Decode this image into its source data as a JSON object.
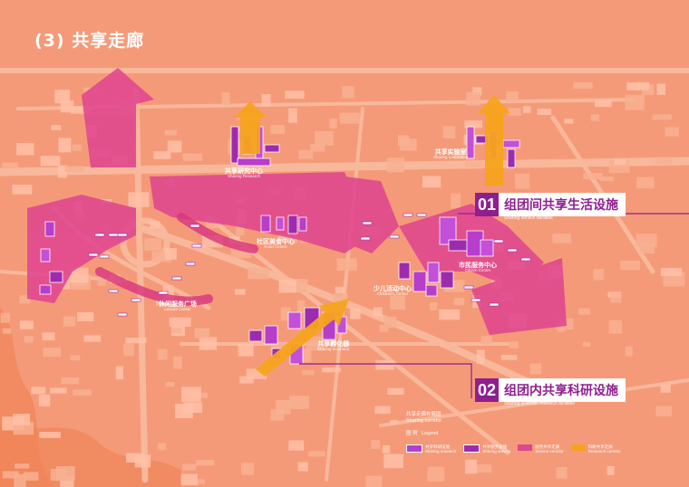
{
  "title": "(3) 共享走廊",
  "colors": {
    "background": "#f59a78",
    "road": "#f7b396",
    "block": "#f4a583",
    "building": "#ffc1a8",
    "magenta": "#e0468f",
    "purple": "#9d2bb0",
    "violet": "#b73dcb",
    "arrow_orange": "#f5a31e",
    "accent_dark": "#8e1f8f"
  },
  "labels": {
    "research_center": {
      "cn": "共享研究中心",
      "en": "Sharing Research"
    },
    "laboratory": {
      "cn": "共享实验室",
      "en": "Sharing Laboratory"
    },
    "food_centre": {
      "cn": "社区美食中心",
      "en": "Food Centre"
    },
    "citizen_center": {
      "cn": "市民服务中心",
      "en": "Citizen Center"
    },
    "children_center": {
      "cn": "少儿活动中心",
      "en": "Children's Center"
    },
    "leisure_center": {
      "cn": "休闲服务广场",
      "en": "Leisure Center"
    },
    "incubator": {
      "cn": "共享孵化器",
      "en": "Sharing Incubator"
    }
  },
  "callouts": [
    {
      "num": "01",
      "text": "组团间共享生活设施",
      "sub": "Sharing service facilities"
    },
    {
      "num": "02",
      "text": "组团内共享科研设施",
      "sub": "Sharing scientific research facilities"
    }
  ],
  "legend": {
    "title_cn": "共享走廊布局图",
    "title_en": "Sharing corridor",
    "heading_cn": "图 例",
    "heading_en": "Legend",
    "items": [
      {
        "cn": "共享科研设施",
        "en": "Sharing research",
        "color": "#b73dcb",
        "icon": "research-swatch"
      },
      {
        "cn": "共享服务设施",
        "en": "Sharing service",
        "color": "#9d2bb0",
        "icon": "service-swatch"
      },
      {
        "cn": "服务共享走廊",
        "en": "Service corridor",
        "color": "#e0468f",
        "icon": "corridor-swatch"
      },
      {
        "cn": "科研共享走廊",
        "en": "Research corridor",
        "color": "#f5a31e",
        "icon": "research-corridor-swatch"
      }
    ]
  }
}
